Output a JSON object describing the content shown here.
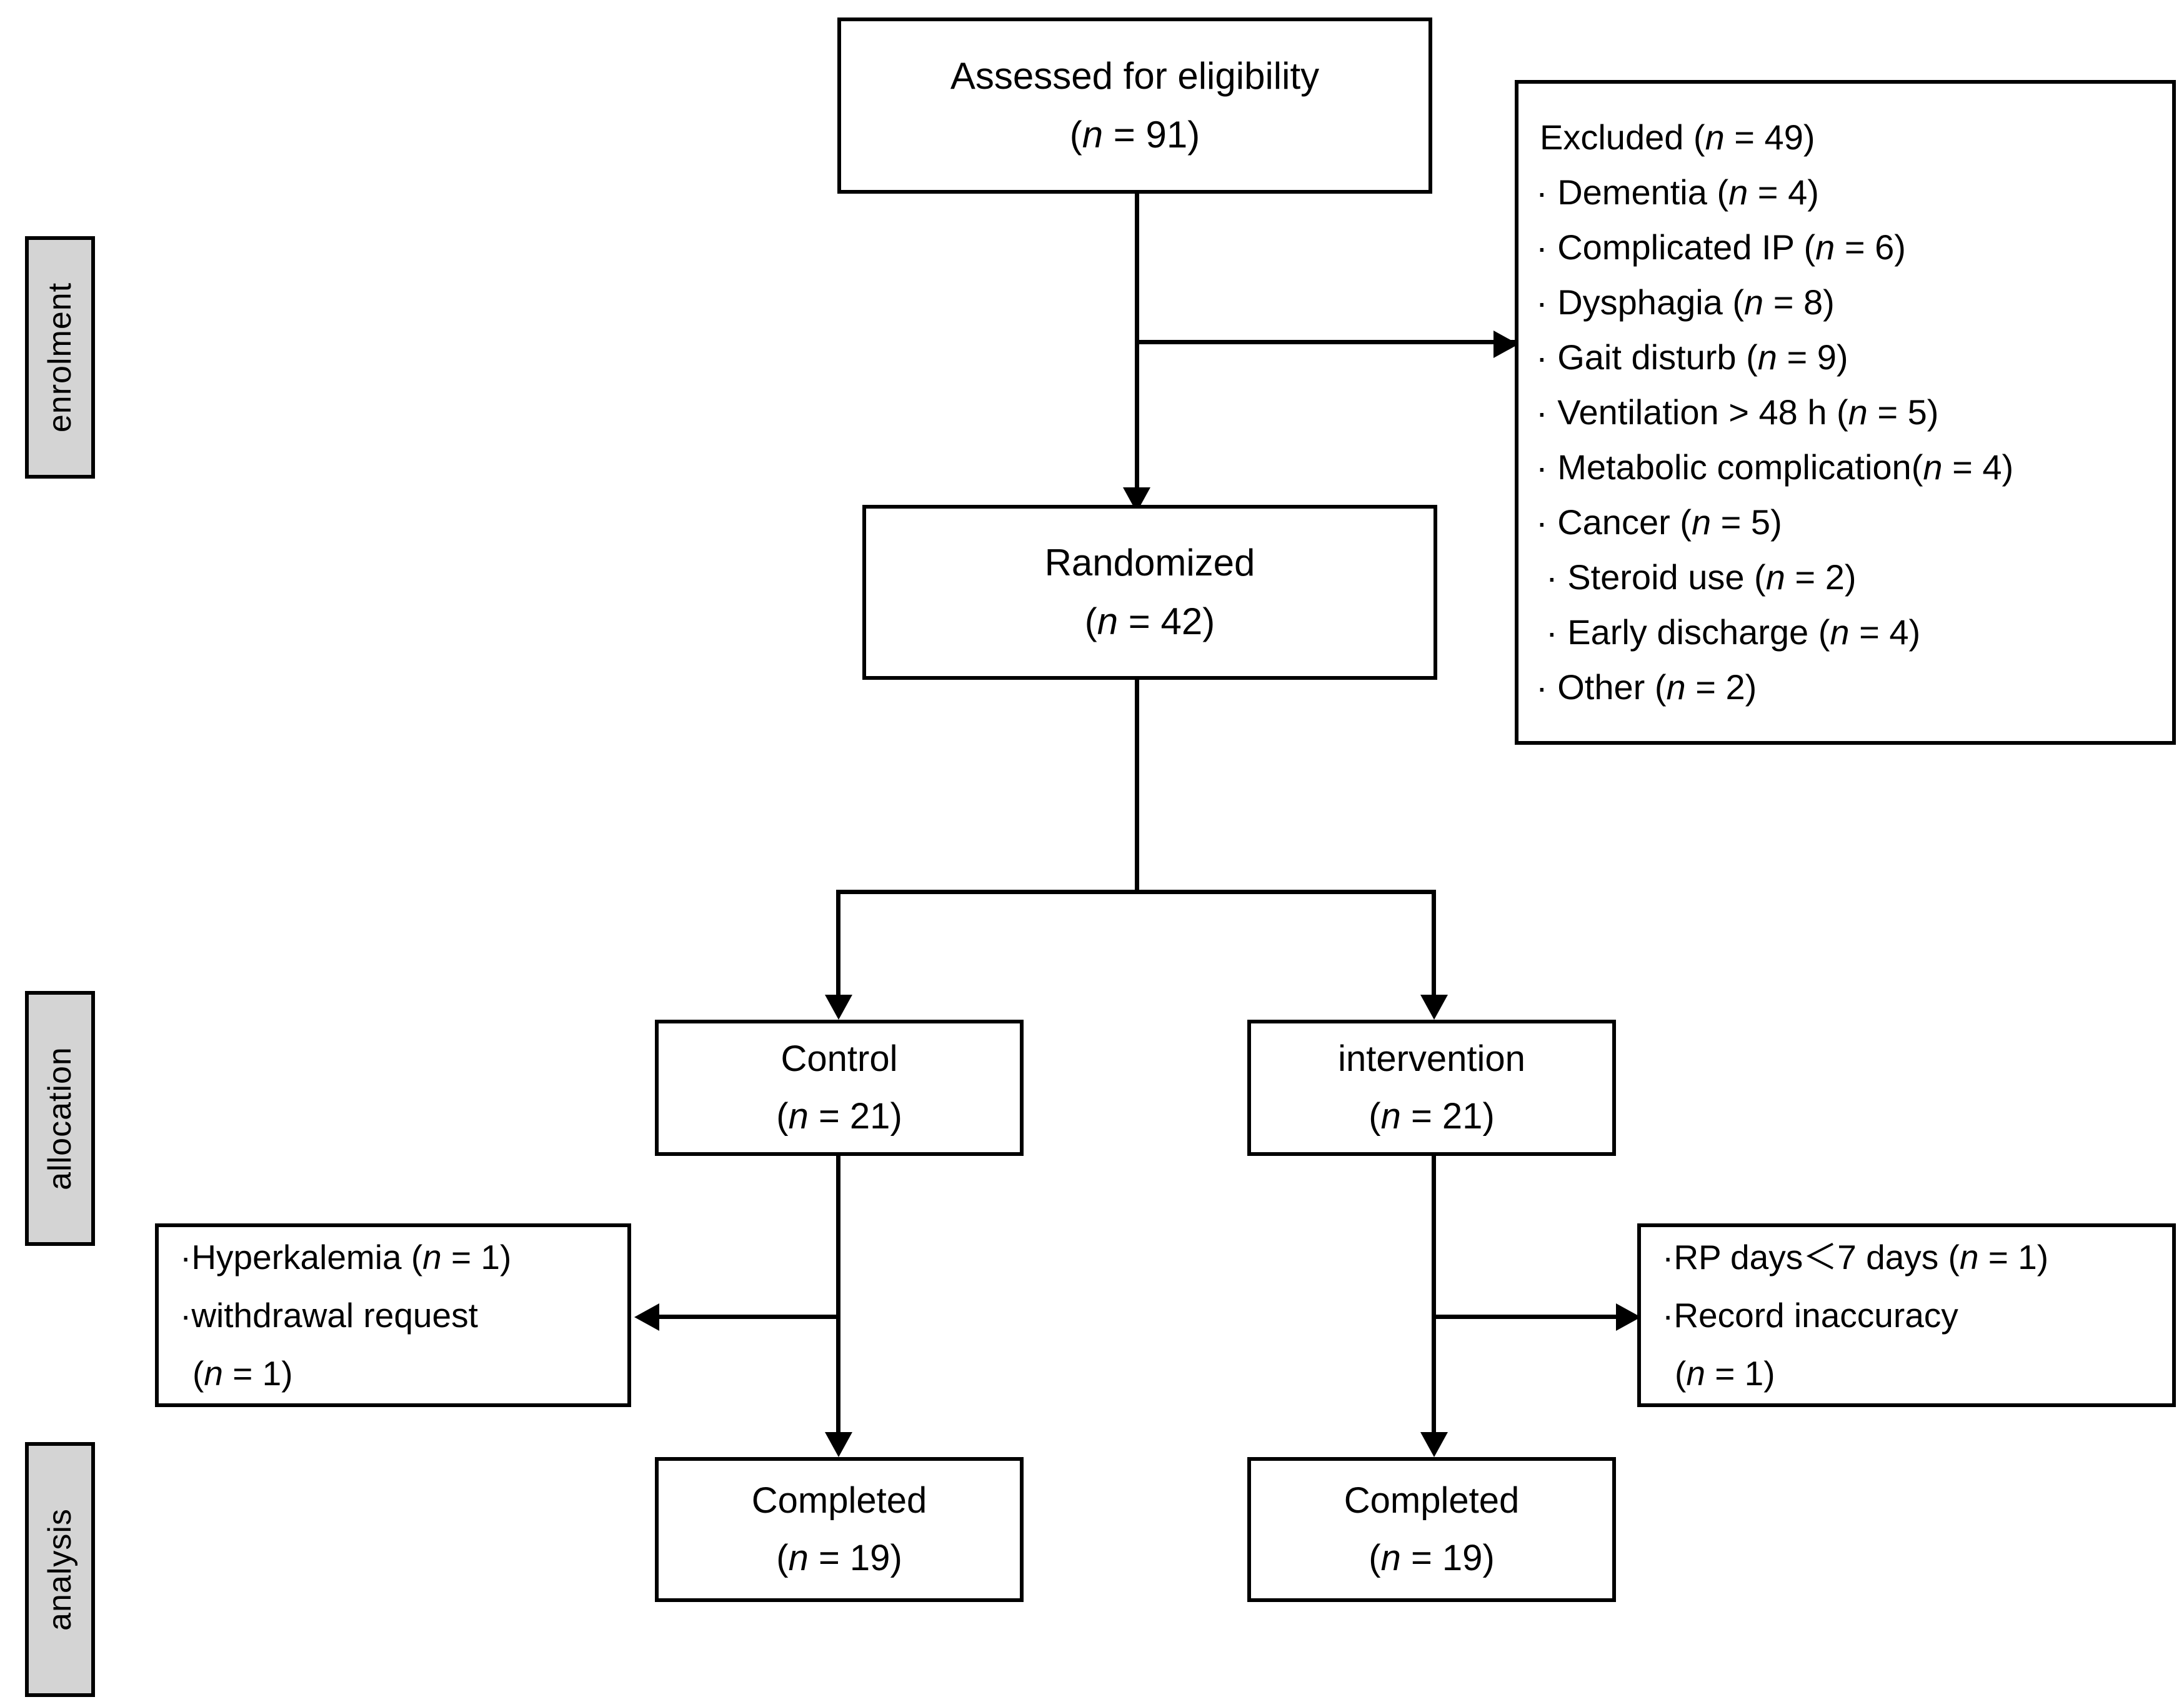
{
  "diagram": {
    "type": "consort-flow-diagram",
    "stages": [
      {
        "id": "enrolment",
        "label": "enrolment"
      },
      {
        "id": "allocation",
        "label": "allocation"
      },
      {
        "id": "analysis",
        "label": "analysis"
      }
    ],
    "boxes": {
      "assessed": {
        "line1": "Assessed for eligibility",
        "line2_pre": "(",
        "line2_n": "n",
        "line2_post": " = 91)"
      },
      "randomized": {
        "line1": "Randomized",
        "line2_pre": "(",
        "line2_n": "n",
        "line2_post": " = 42)"
      },
      "control": {
        "line1": "Control",
        "line2_pre": "(",
        "line2_n": "n",
        "line2_post": " = 21)"
      },
      "intervention": {
        "line1": "intervention",
        "line2_pre": "(",
        "line2_n": "n",
        "line2_post": " = 21)"
      },
      "completed_control": {
        "line1": "Completed",
        "line2_pre": "(",
        "line2_n": "n",
        "line2_post": " = 19)"
      },
      "completed_intervention": {
        "line1": "Completed",
        "line2_pre": "(",
        "line2_n": "n",
        "line2_post": " = 19)"
      }
    },
    "excluded": {
      "heading_pre": "Excluded (",
      "heading_n": "n",
      "heading_post": " = 49)",
      "total": 49,
      "items": [
        {
          "bullet": "·",
          "label": "Dementia (",
          "n": "n",
          "value": " = 4)",
          "count": 4,
          "indented": false
        },
        {
          "bullet": "·",
          "label": "Complicated IP (",
          "n": "n",
          "value": " = 6)",
          "count": 6,
          "indented": false
        },
        {
          "bullet": "·",
          "label": "Dysphagia (",
          "n": "n",
          "value": " = 8)",
          "count": 8,
          "indented": false
        },
        {
          "bullet": "·",
          "label": "Gait disturb (",
          "n": "n",
          "value": " = 9)",
          "count": 9,
          "indented": false
        },
        {
          "bullet": "·",
          "label": "Ventilation > 48 h (",
          "n": "n",
          "value": " = 5)",
          "count": 5,
          "indented": false
        },
        {
          "bullet": "·",
          "label": "Metabolic complication(",
          "n": "n",
          "value": " = 4)",
          "count": 4,
          "indented": false
        },
        {
          "bullet": "·",
          "label": "Cancer (",
          "n": "n",
          "value": " = 5)",
          "count": 5,
          "indented": false
        },
        {
          "bullet": "·",
          "label": "Steroid use (",
          "n": "n",
          "value": " = 2)",
          "count": 2,
          "indented": true
        },
        {
          "bullet": "·",
          "label": "Early discharge (",
          "n": "n",
          "value": " = 4)",
          "count": 4,
          "indented": true
        },
        {
          "bullet": "·",
          "label": "Other (",
          "n": "n",
          "value": " = 2)",
          "count": 2,
          "indented": false
        }
      ]
    },
    "dropout_control": {
      "items": [
        {
          "bullet": "·",
          "label": "Hyperkalemia (",
          "n": "n",
          "value": " = 1)",
          "count": 1
        },
        {
          "bullet": "·",
          "label": "withdrawal request",
          "n": "",
          "value": "",
          "count": 1
        }
      ],
      "continuation_pre": "(",
      "continuation_n": "n",
      "continuation_post": " = 1)"
    },
    "dropout_intervention": {
      "items": [
        {
          "bullet": "·",
          "label": "RP days＜7 days (",
          "n": "n",
          "value": " = 1)",
          "count": 1
        },
        {
          "bullet": "·",
          "label": "Record inaccuracy",
          "n": "",
          "value": "",
          "count": 1
        }
      ],
      "continuation_pre": "(",
      "continuation_n": "n",
      "continuation_post": " = 1)"
    },
    "colors": {
      "stroke": "#000000",
      "stage_fill": "#d4d4d4",
      "background": "#ffffff"
    }
  }
}
